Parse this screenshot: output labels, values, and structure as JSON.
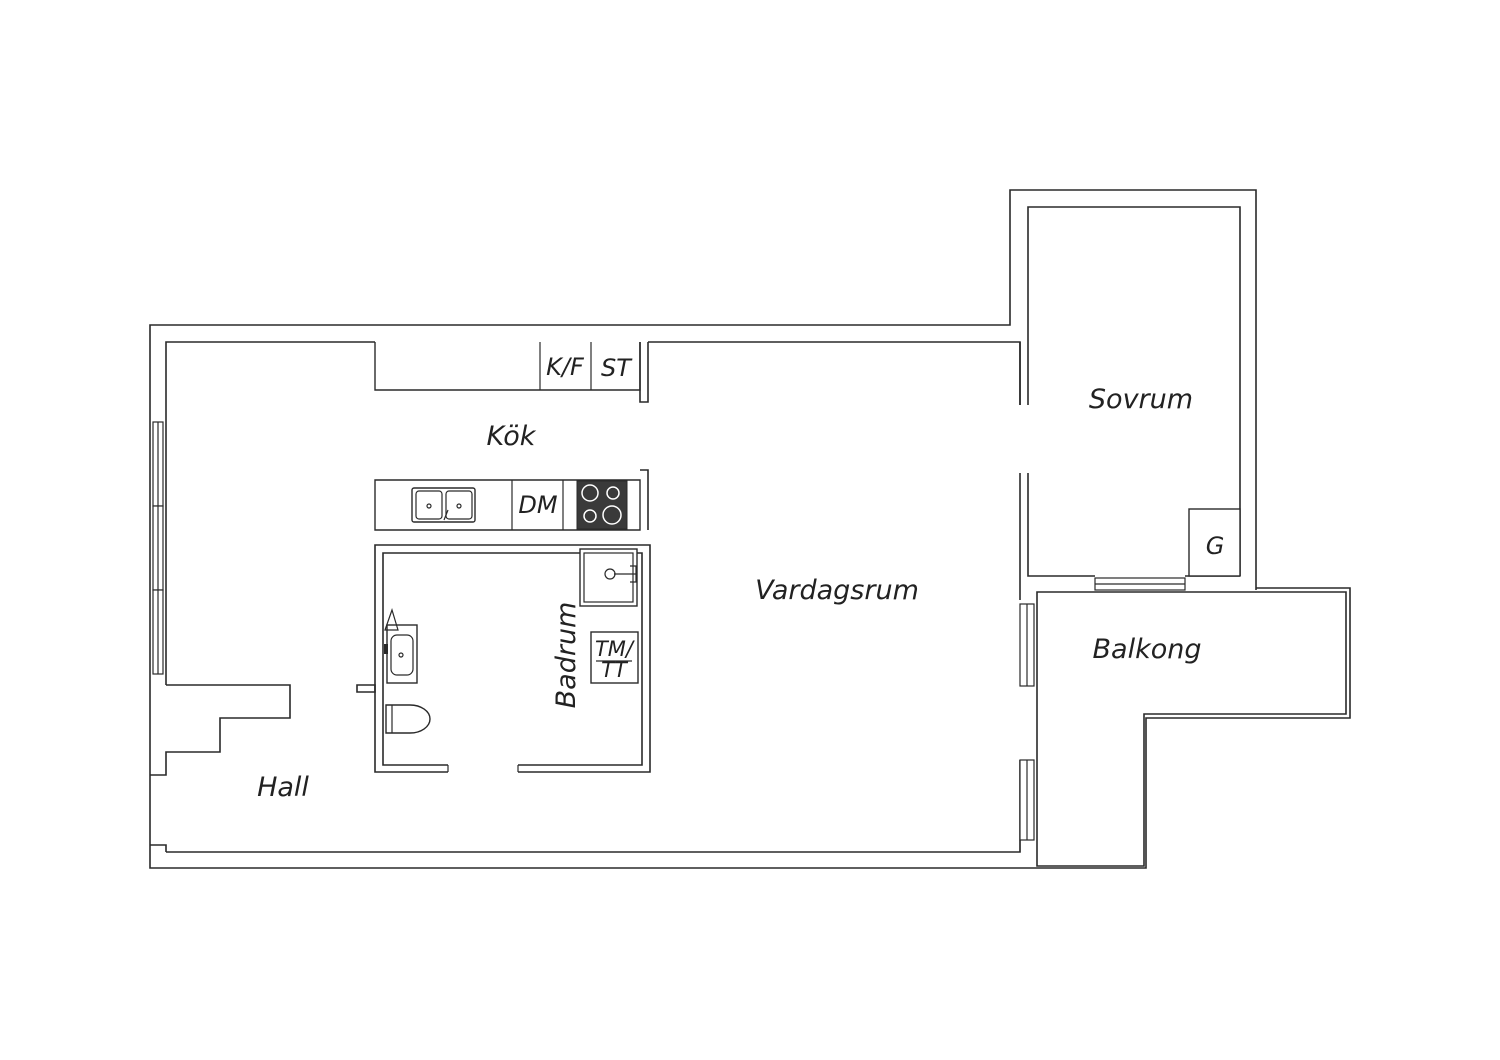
{
  "rooms": {
    "kok": "Kök",
    "sovrum": "Sovrum",
    "vardagsrum": "Vardagsrum",
    "balkong": "Balkong",
    "badrum": "Badrum",
    "hall": "Hall"
  },
  "appliances": {
    "kf": "K/F",
    "st": "ST",
    "dm": "DM",
    "g": "G",
    "tm_line1": "TM/",
    "tm_line2": "TT"
  },
  "colors": {
    "line": "#2a2a2a",
    "background": "#ffffff",
    "stove": "#3a3a3a"
  }
}
